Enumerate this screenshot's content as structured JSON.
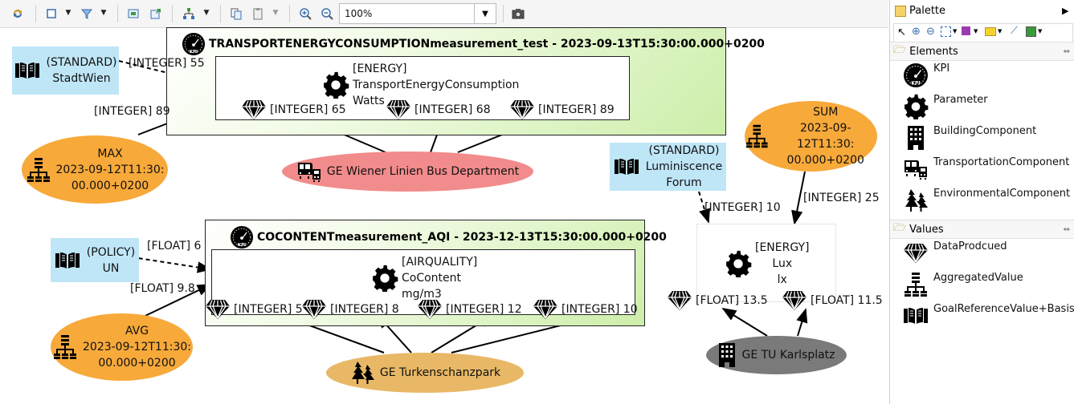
{
  "toolbar": {
    "zoom_value": "100%",
    "icons": [
      "refresh-icon",
      "select-all-icon",
      "filter-icon",
      "export-icon",
      "export-image-icon",
      "layout-icon",
      "copy-format-icon",
      "paste-format-icon",
      "zoom-in-icon",
      "zoom-out-icon",
      "camera-icon"
    ]
  },
  "diagram": {
    "kpi1": {
      "title": "TRANSPORTENERGYCONSUMPTIONmeasurement_test - 2023-09-13T15:30:00.000+0200",
      "param": {
        "l1": "[ENERGY]",
        "l2": "TransportEnergyConsumption",
        "l3": "Watts"
      },
      "values": [
        "[INTEGER] 65",
        "[INTEGER] 68",
        "[INTEGER] 89"
      ]
    },
    "kpi2": {
      "title": "COCONTENTmeasurement_AQI - 2023-12-13T15:30:00.000+0200",
      "param": {
        "l1": "[AIRQUALITY]",
        "l2": "CoContent",
        "l3": "mg/m3"
      },
      "values": [
        "[INTEGER] 5",
        "[INTEGER] 8",
        "[INTEGER] 12",
        "[INTEGER] 10"
      ]
    },
    "param3": {
      "l1": "[ENERGY]",
      "l2": "Lux",
      "l3": "lx"
    },
    "lux_values": [
      "[FLOAT] 13.5",
      "[FLOAT] 11.5"
    ],
    "basis": {
      "stadtwien": {
        "l1": "(STANDARD)",
        "l2": "StadtWien"
      },
      "un": {
        "l1": "(POLICY)",
        "l2": "UN"
      },
      "lumin": {
        "l1": "(STANDARD)",
        "l2": "Luminiscence",
        "l3": "Forum"
      }
    },
    "aggregates": {
      "max": {
        "l1": "MAX",
        "l2": "2023-09-12T11:30:",
        "l3": "00.000+0200"
      },
      "avg": {
        "l1": "AVG",
        "l2": "2023-09-12T11:30:",
        "l3": "00.000+0200"
      },
      "sum": {
        "l1": "SUM",
        "l2": "2023-09-12T11:30:",
        "l3": "00.000+0200"
      }
    },
    "components": {
      "bus": "GE Wiener Linien Bus Department",
      "park": "GE Turkenschanzpark",
      "tu": "GE TU Karlsplatz"
    },
    "edge_labels": {
      "e1": "[INTEGER] 55",
      "e2": "[INTEGER] 89",
      "e3": "[FLOAT] 6",
      "e4": "[FLOAT] 9.8",
      "e5": "[INTEGER] 10",
      "e6": "[INTEGER] 25"
    },
    "colors": {
      "kpi_fill": "#cdeeaa",
      "basis_fill": "#bfe6f7",
      "aggregate_fill": "#f7a93a",
      "bus_fill": "#f28b8b",
      "park_fill": "#e8b866",
      "tu_fill": "#7a7a7a"
    }
  },
  "palette": {
    "title": "Palette",
    "elements_header": "Elements",
    "elements": [
      "KPI",
      "Parameter",
      "BuildingComponent",
      "TransportationComponent",
      "EnvironmentalComponent"
    ],
    "values_header": "Values",
    "values": [
      "DataProdcued",
      "AggregatedValue",
      "GoalReferenceValue+Basis"
    ]
  }
}
